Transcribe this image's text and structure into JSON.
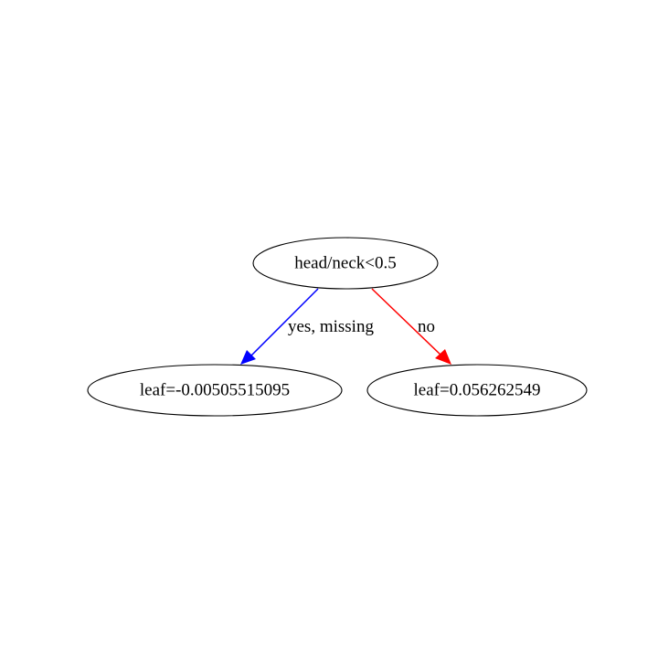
{
  "tree": {
    "root": {
      "label": "head/neck<0.5"
    },
    "leaves": {
      "left": {
        "label": "leaf=-0.00505515095"
      },
      "right": {
        "label": "leaf=0.056262549"
      }
    },
    "edges": {
      "yes": {
        "label": "yes, missing",
        "color": "#0000ff"
      },
      "no": {
        "label": "no",
        "color": "#ff0000"
      }
    }
  }
}
